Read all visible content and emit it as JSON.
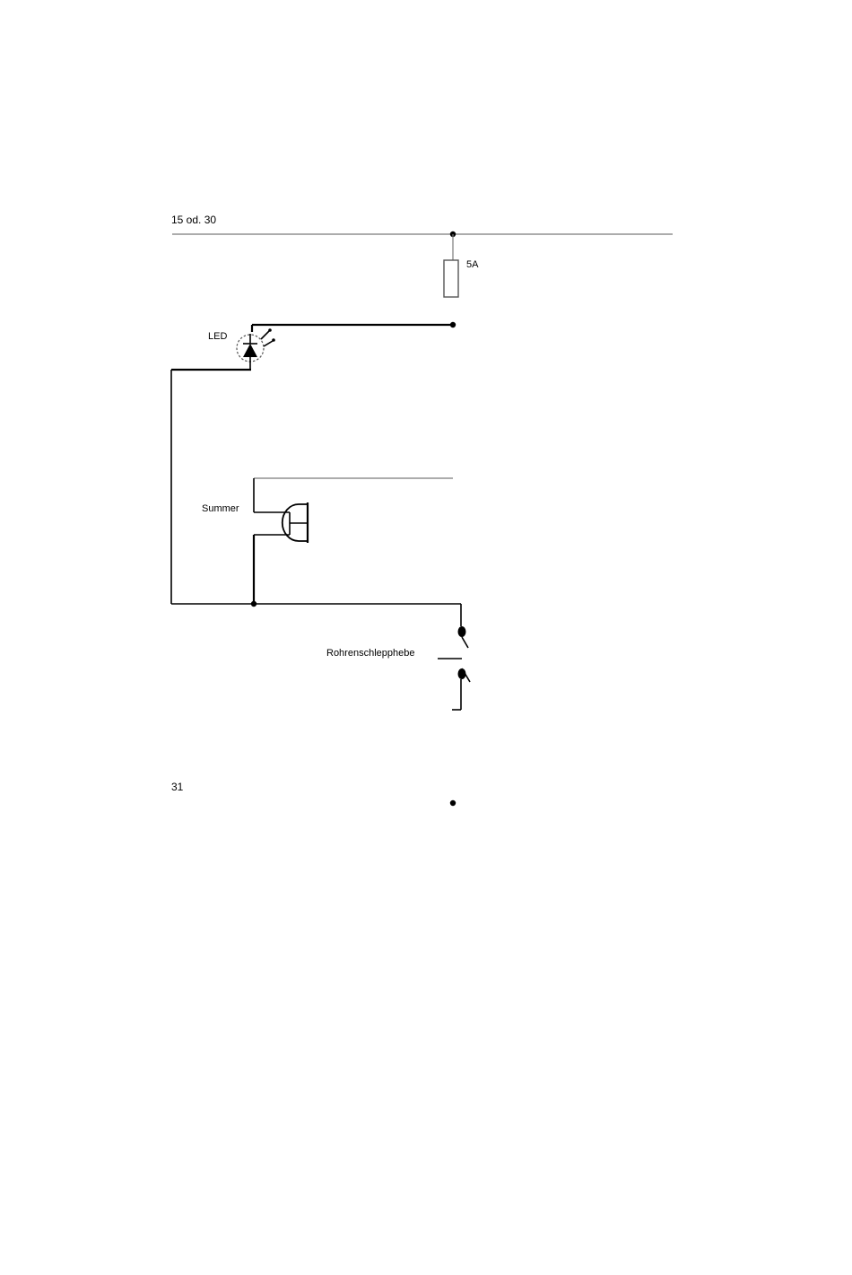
{
  "rails": {
    "top_label": "15 od. 30",
    "bottom_label": "31"
  },
  "components": {
    "fuse_label": "5A",
    "led_label": "LED",
    "buzzer_label": "Summer",
    "switch_label": "Rohrenschlepphebe"
  }
}
